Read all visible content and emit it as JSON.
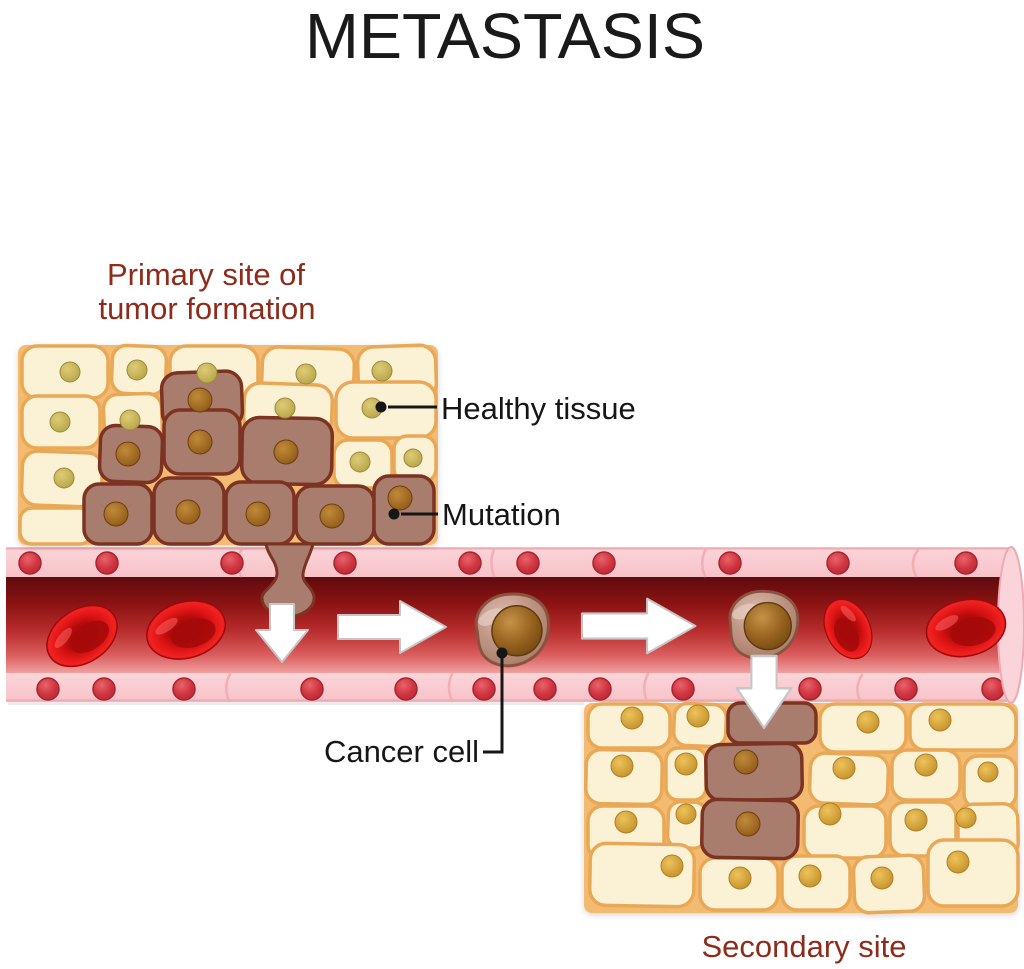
{
  "diagram": {
    "title": "METASTASIS",
    "primary_site_label_line1": "Primary site of",
    "primary_site_label_line2": "tumor formation",
    "annotations": {
      "healthy_tissue": "Healthy tissue",
      "mutation": "Mutation",
      "cancer_cell": "Cancer cell"
    },
    "secondary_site_label": "Secondary site",
    "colors": {
      "title_text": "#1A1A1A",
      "site_label_text": "#8E2C1B",
      "annotation_text": "#161616",
      "tissue_matrix": "#F3BB72",
      "healthy_cell_fill": "#FBF2D6",
      "healthy_cell_border": "#E9A855",
      "healthy_nucleus_primary": "#C9B657",
      "healthy_nucleus_secondary": "#D9A43C",
      "tumor_cell_fill": "#A87D6E",
      "tumor_cell_border": "#7D3322",
      "tumor_nucleus": "#96621E",
      "vessel_wall": "#F9C9CE",
      "vessel_wall_nucleus": "#D03540",
      "vessel_lumen_dark": "#5E0B0D",
      "vessel_lumen_light": "#F0A0A0",
      "red_blood_cell": "#DD1414",
      "flow_arrow": "#FFFFFF"
    },
    "icons": {
      "down-arrow-icon": "white block arrow pointing down (cancer cell entering / exiting the bloodstream)",
      "right-arrow-icon": "white block arrow pointing right (direction of blood flow)"
    }
  }
}
